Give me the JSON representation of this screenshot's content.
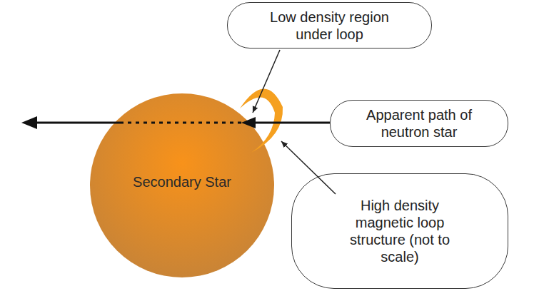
{
  "diagram": {
    "nodes": [
      {
        "text": [
          "Low density region under loop"
        ]
      },
      {
        "text": [
          "Apparent path of neutron star"
        ]
      },
      {
        "text": [
          "Secondary Star"
        ]
      },
      {
        "text": [
          "High density magnetic loop structure (not to scale)"
        ]
      }
    ]
  }
}
